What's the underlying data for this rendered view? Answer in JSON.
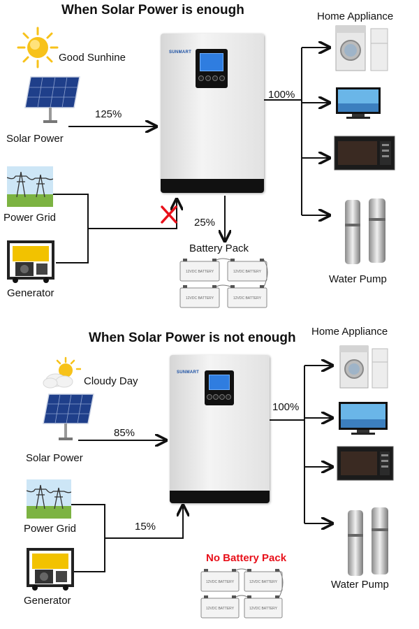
{
  "top": {
    "title": "When Solar Power is enough",
    "sun_label": "Good Sunhine",
    "solar_label": "Solar Power",
    "solar_pct": "125%",
    "grid_label": "Power Grid",
    "generator_label": "Generator",
    "output_pct": "100%",
    "battery_pct": "25%",
    "battery_label": "Battery Pack",
    "appliance_label": "Home Appliance",
    "pump_label": "Water Pump",
    "brand": "SUNMART",
    "battery_cell_text": "12VDC BATTERY"
  },
  "bottom": {
    "title": "When Solar Power is not enough",
    "sun_label": "Cloudy Day",
    "solar_label": "Solar Power",
    "solar_pct": "85%",
    "grid_label": "Power Grid",
    "generator_label": "Generator",
    "grid_pct": "15%",
    "output_pct": "100%",
    "battery_label": "No Battery Pack",
    "appliance_label": "Home Appliance",
    "pump_label": "Water Pump",
    "brand": "SUNMART",
    "battery_cell_text": "12VDC BATTERY"
  },
  "colors": {
    "line": "#111111",
    "no_battery": "#e8101a",
    "blocked_cross": "#e8101a",
    "sun": "#f7c21a",
    "panel_blue": "#1f3f8a"
  },
  "icons": [
    "sun-icon",
    "cloud-sun-icon",
    "solar-panel-icon",
    "power-grid-icon",
    "generator-icon",
    "inverter-icon",
    "battery-icon",
    "washing-machine-icon",
    "fridge-icon",
    "tv-icon",
    "microwave-icon",
    "water-pump-icon",
    "blocked-cross-icon"
  ]
}
